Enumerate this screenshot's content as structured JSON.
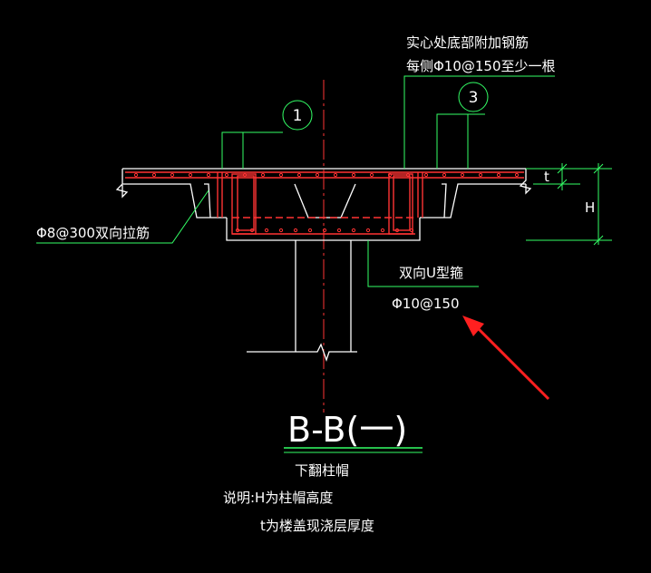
{
  "callouts": {
    "top_note_line1": "实心处底部附加钢筋",
    "top_note_line2": "每侧Φ10@150至少一根",
    "marker_1": "1",
    "marker_3": "3",
    "left_note": "Φ8@300双向拉筋",
    "u_stirrup_line1": "双向U型箍",
    "u_stirrup_line2": "Φ10@150"
  },
  "dimensions": {
    "t_label": "t",
    "h_label": "H"
  },
  "section": {
    "title": "B-B(一)",
    "subtitle": "下翻柱帽"
  },
  "notes": {
    "line1": "说明:H为柱帽高度",
    "line2": "t为楼盖现浇层厚度"
  },
  "colors": {
    "background": "#000000",
    "outline": "#ffffff",
    "rebar": "#ff3333",
    "leader": "#33ff66",
    "arrow": "#ff2020"
  }
}
